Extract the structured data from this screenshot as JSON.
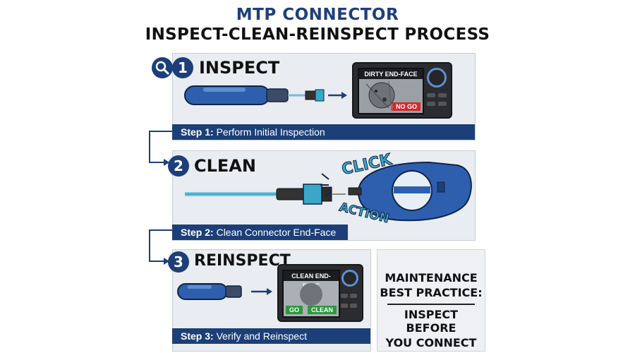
{
  "title_line1": "MTP CONNECTOR",
  "title_line2": "INSPECT-CLEAN-REINSPECT PROCESS",
  "steps": [
    {
      "number": "1",
      "heading": "INSPECT",
      "bar_prefix": "Step 1:",
      "bar_text": " Perform Initial Inspection",
      "screen_label": "DIRTY END-FACE",
      "badge": "NO GO"
    },
    {
      "number": "2",
      "heading": "CLEAN",
      "bar_prefix": "Step 2:",
      "bar_text": " Clean Connector End-Face",
      "callout_top": "CLICK",
      "callout_bottom": "ACTION"
    },
    {
      "number": "3",
      "heading": "REINSPECT",
      "bar_prefix": "Step 3:",
      "bar_text": " Verify and Reinspect",
      "screen_label": "CLEAN END-FACE",
      "badge_left": "GO",
      "badge_right": "CLEAN"
    }
  ],
  "best_practice": {
    "line1": "MAINTENANCE",
    "line2": "BEST PRACTICE:",
    "line3": "INSPECT BEFORE",
    "line4": "YOU CONNECT"
  },
  "icons": [
    "magnifier-icon",
    "probe-icon",
    "connector-icon",
    "cleaner-icon",
    "arrow-right-icon",
    "flow-connector-arrow"
  ],
  "colors": {
    "navy": "#1c3f78",
    "blue": "#2e5fae",
    "cyan": "#3aa7c9",
    "red": "#d42a2a",
    "green": "#2a9a3a"
  }
}
